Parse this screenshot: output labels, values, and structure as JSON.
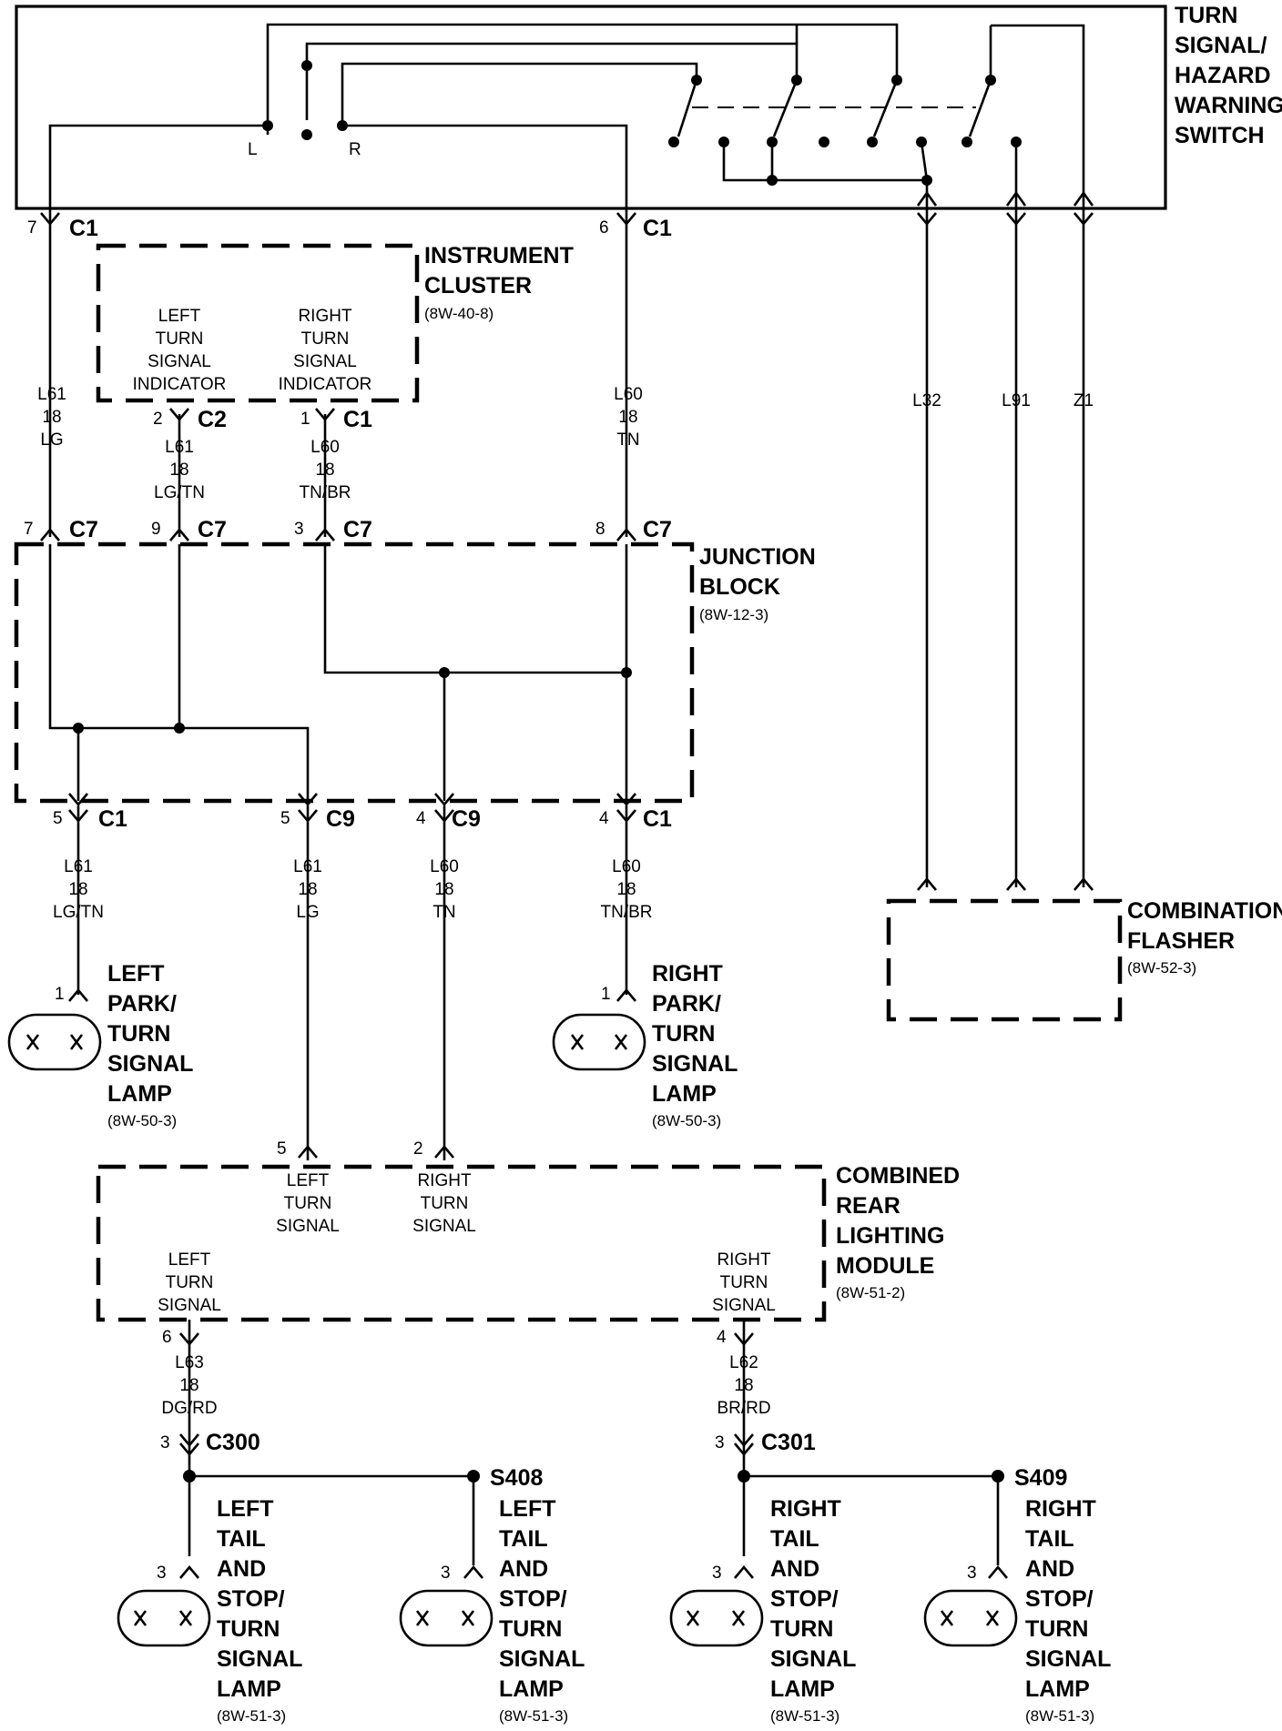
{
  "components": {
    "switch": {
      "lines": [
        "TURN",
        "SIGNAL/",
        "HAZARD",
        "WARNING",
        "SWITCH"
      ],
      "left": "L",
      "right": "R"
    },
    "cluster": {
      "lines": [
        "INSTRUMENT",
        "CLUSTER"
      ],
      "ref": "(8W-40-8)",
      "left_indicator": [
        "LEFT",
        "TURN",
        "SIGNAL",
        "INDICATOR"
      ],
      "right_indicator": [
        "RIGHT",
        "TURN",
        "SIGNAL",
        "INDICATOR"
      ]
    },
    "junction": {
      "lines": [
        "JUNCTION",
        "BLOCK"
      ],
      "ref": "(8W-12-3)"
    },
    "flasher": {
      "lines": [
        "COMBINATION",
        "FLASHER"
      ],
      "ref": "(8W-52-3)"
    },
    "crlm": {
      "lines": [
        "COMBINED",
        "REAR",
        "LIGHTING",
        "MODULE"
      ],
      "ref": "(8W-51-2)",
      "in_left": [
        "LEFT",
        "TURN",
        "SIGNAL"
      ],
      "in_right": [
        "RIGHT",
        "TURN",
        "SIGNAL"
      ],
      "out_left": [
        "LEFT",
        "TURN",
        "SIGNAL"
      ],
      "out_right": [
        "RIGHT",
        "TURN",
        "SIGNAL"
      ]
    },
    "left_park": {
      "lines": [
        "LEFT",
        "PARK/",
        "TURN",
        "SIGNAL",
        "LAMP"
      ],
      "ref": "(8W-50-3)"
    },
    "right_park": {
      "lines": [
        "RIGHT",
        "PARK/",
        "TURN",
        "SIGNAL",
        "LAMP"
      ],
      "ref": "(8W-50-3)"
    },
    "lt_tail_1": {
      "lines": [
        "LEFT",
        "TAIL",
        "AND",
        "STOP/",
        "TURN",
        "SIGNAL",
        "LAMP"
      ],
      "ref": "(8W-51-3)"
    },
    "lt_tail_2": {
      "lines": [
        "LEFT",
        "TAIL",
        "AND",
        "STOP/",
        "TURN",
        "SIGNAL",
        "LAMP"
      ],
      "ref": "(8W-51-3)"
    },
    "rt_tail_1": {
      "lines": [
        "RIGHT",
        "TAIL",
        "AND",
        "STOP/",
        "TURN",
        "SIGNAL",
        "LAMP"
      ],
      "ref": "(8W-51-3)"
    },
    "rt_tail_2": {
      "lines": [
        "RIGHT",
        "TAIL",
        "AND",
        "STOP/",
        "TURN",
        "SIGNAL",
        "LAMP"
      ],
      "ref": "(8W-51-3)"
    }
  },
  "wires": {
    "sw_l61": [
      "L61",
      "18",
      "LG"
    ],
    "sw_l60": [
      "L60",
      "18",
      "TN"
    ],
    "l32": "L32",
    "l91": "L91",
    "z1": "Z1",
    "ic_l61": [
      "L61",
      "18",
      "LG/TN"
    ],
    "ic_l60": [
      "L60",
      "18",
      "TN/BR"
    ],
    "out_l61a": [
      "L61",
      "18",
      "LG/TN"
    ],
    "out_l61b": [
      "L61",
      "18",
      "LG"
    ],
    "out_l60a": [
      "L60",
      "18",
      "TN"
    ],
    "out_l60b": [
      "L60",
      "18",
      "TN/BR"
    ],
    "l63": [
      "L63",
      "18",
      "DG/RD"
    ],
    "l62": [
      "L62",
      "18",
      "BR/RD"
    ]
  },
  "connectors": {
    "sw_left": {
      "pin": "7",
      "name": "C1"
    },
    "sw_right": {
      "pin": "6",
      "name": "C1"
    },
    "ic_left": {
      "pin": "2",
      "name": "C2"
    },
    "ic_right": {
      "pin": "1",
      "name": "C1"
    },
    "jb_in1": {
      "pin": "7",
      "name": "C7"
    },
    "jb_in2": {
      "pin": "9",
      "name": "C7"
    },
    "jb_in3": {
      "pin": "3",
      "name": "C7"
    },
    "jb_in4": {
      "pin": "8",
      "name": "C7"
    },
    "jb_out1": {
      "pin": "5",
      "name": "C1"
    },
    "jb_out2": {
      "pin": "5",
      "name": "C9"
    },
    "jb_out3": {
      "pin": "4",
      "name": "C9"
    },
    "jb_out4": {
      "pin": "4",
      "name": "C1"
    },
    "lp_pin": "1",
    "rp_pin": "1",
    "crlm_in_left": "5",
    "crlm_in_right": "2",
    "crlm_out_left": "6",
    "crlm_out_right": "4",
    "c300": {
      "pin": "3",
      "name": "C300"
    },
    "c301": {
      "pin": "3",
      "name": "C301"
    },
    "s408": "S408",
    "s409": "S409",
    "tail_pin": "3"
  }
}
